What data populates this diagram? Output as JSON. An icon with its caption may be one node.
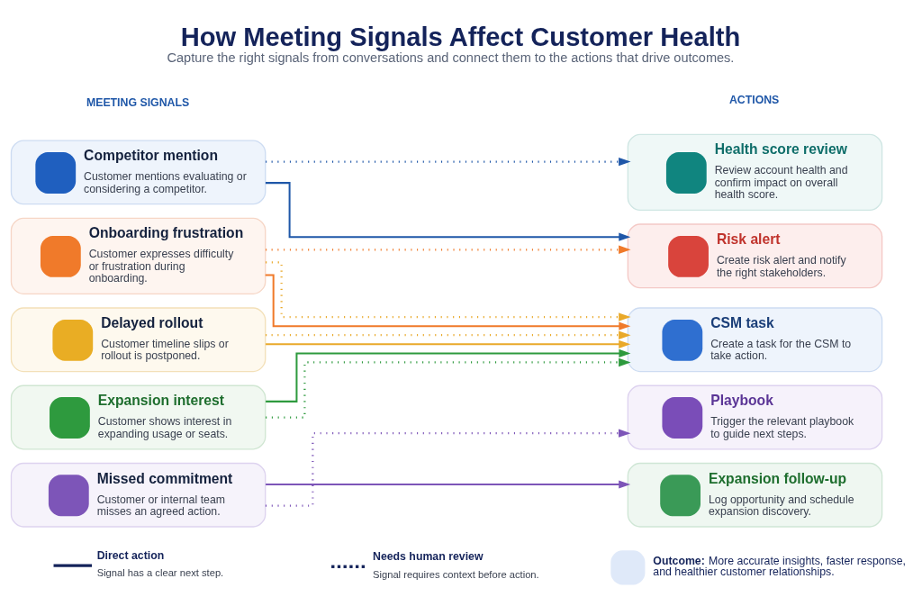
{
  "diagram": {
    "title": "How Meeting Signals Affect Customer Health",
    "caption": "Capture the right signals from conversations and connect them to the actions that drive outcomes.",
    "nodes": [
      {
        "text": [
          "Competitor mention",
          "Customer mentions evaluating or considering a competitor."
        ]
      },
      {
        "text": [
          "Onboarding frustration",
          "Customer expresses difficulty or frustration during onboarding."
        ]
      },
      {
        "text": [
          "Delayed rollout",
          "Customer timeline slips or rollout is postponed."
        ]
      },
      {
        "text": [
          "Expansion interest",
          "Customer shows interest in expanding usage or seats."
        ]
      },
      {
        "text": [
          "Missed commitment",
          "Customer or internal team misses an agreed action."
        ]
      },
      {
        "text": [
          "Health score review",
          "Review account health and confirm impact on overall health score."
        ]
      },
      {
        "text": [
          "Risk alert",
          "Create risk alert and notify the right stakeholders."
        ]
      },
      {
        "text": [
          "CSM task",
          "Create a task for the CSM to take action."
        ]
      },
      {
        "text": [
          "Playbook",
          "Trigger the relevant playbook to guide next steps."
        ]
      },
      {
        "text": [
          "Expansion follow-up",
          "Log opportunity and schedule expansion discovery."
        ]
      }
    ],
    "edges": [
      {
        "from": 0,
        "to": 5,
        "arrow": "to",
        "style": "dashed",
        "color": "#1f57a8"
      },
      {
        "from": 0,
        "to": 6,
        "arrow": "to",
        "color": "#1f57a8"
      },
      {
        "from": 1,
        "to": 6,
        "arrow": "to",
        "style": "dashed",
        "color": "#f07a2a"
      },
      {
        "from": 1,
        "to": 7,
        "arrow": "to",
        "color": "#f07a2a"
      },
      {
        "from": 1,
        "to": 7,
        "arrow": "to",
        "style": "dashed",
        "color": "#e9a92a"
      },
      {
        "from": 2,
        "to": 7,
        "arrow": "to",
        "color": "#e9a92a"
      },
      {
        "from": 2,
        "to": 7,
        "arrow": "to",
        "style": "dashed",
        "color": "#e9a92a"
      },
      {
        "from": 3,
        "to": 7,
        "arrow": "to",
        "color": "#2e9a3e"
      },
      {
        "from": 3,
        "to": 7,
        "arrow": "to",
        "style": "dashed",
        "color": "#2e9a3e"
      },
      {
        "from": 4,
        "to": 8,
        "arrow": "to",
        "style": "dashed",
        "color": "#7d55b8"
      },
      {
        "from": 4,
        "to": 9,
        "arrow": "to",
        "color": "#7d55b8"
      }
    ],
    "labels": [
      "MEETING SIGNALS",
      "ACTIONS",
      "Signal has a clear next step.",
      "Signal requires context before action.",
      "**Outcome:** More accurate insights, faster response, and healthier customer relationships."
    ],
    "legend": [
      {
        "text": "Direct action"
      },
      {
        "text": "Needs human review"
      }
    ]
  }
}
